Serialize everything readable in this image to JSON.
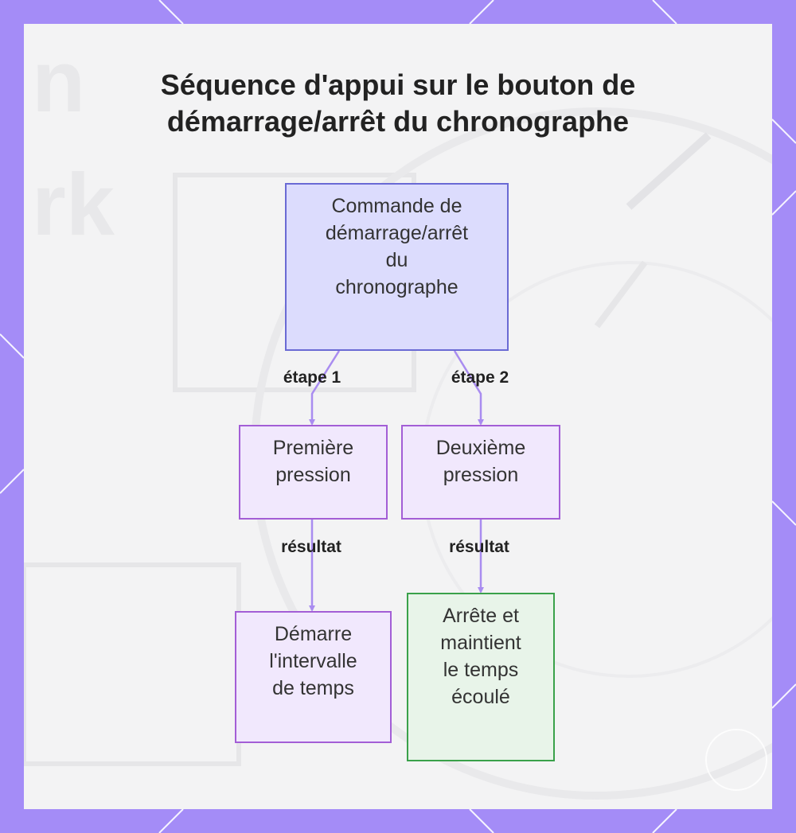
{
  "title": {
    "line1": "Séquence d'appui sur le bouton de",
    "line2": "démarrage/arrêt du chronographe"
  },
  "nodes": {
    "root": [
      "Commande de",
      "démarrage/arrêt",
      "du",
      "chronographe"
    ],
    "first_press": [
      "Première",
      "pression"
    ],
    "second_press": [
      "Deuxième",
      "pression"
    ],
    "start_interval": [
      "Démarre",
      "l'intervalle",
      "de temps"
    ],
    "stop_hold": [
      "Arrête et",
      "maintient",
      "le temps",
      "écoulé"
    ]
  },
  "edges": {
    "step1": "étape 1",
    "step2": "étape 2",
    "result1": "résultat",
    "result2": "résultat"
  },
  "colors": {
    "frame": "#a48cf7",
    "root_fill": "#dcdcfd",
    "root_border": "#6a6ad4",
    "step_fill": "#f1e8fd",
    "step_border": "#a35ed6",
    "green_fill": "#e8f4e9",
    "green_border": "#3aa14a",
    "edge": "#a98cf0"
  }
}
